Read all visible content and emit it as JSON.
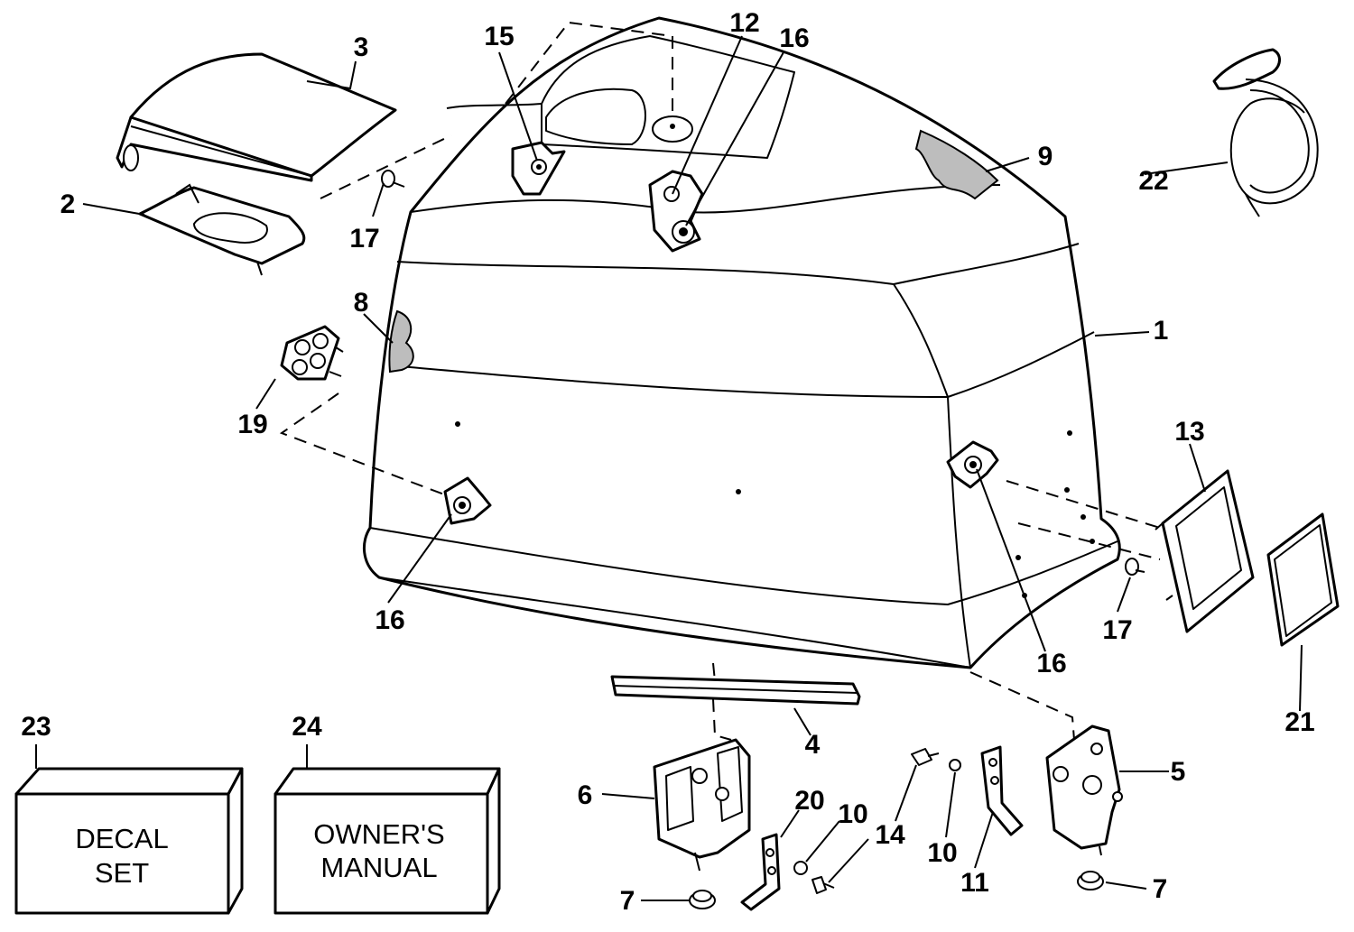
{
  "callouts": {
    "c1": "1",
    "c2": "2",
    "c3": "3",
    "c4": "4",
    "c5": "5",
    "c6": "6",
    "c7a": "7",
    "c7b": "7",
    "c8": "8",
    "c9": "9",
    "c10a": "10",
    "c10b": "10",
    "c11": "11",
    "c12": "12",
    "c13": "13",
    "c14": "14",
    "c15": "15",
    "c16a": "16",
    "c16b": "16",
    "c16c": "16",
    "c17a": "17",
    "c17b": "17",
    "c19": "19",
    "c20": "20",
    "c21": "21",
    "c22": "22",
    "c23": "23",
    "c24": "24"
  },
  "boxes": {
    "decal_line1": "DECAL",
    "decal_line2": "SET",
    "manual_line1": "OWNER'S",
    "manual_line2": "MANUAL"
  }
}
